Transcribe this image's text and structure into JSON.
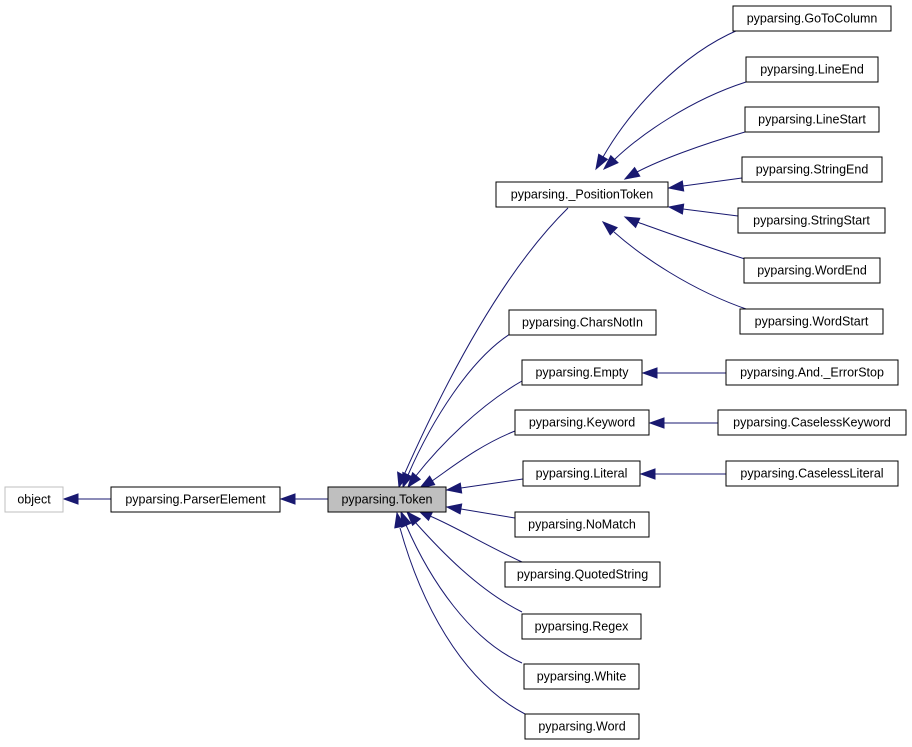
{
  "colors": {
    "edge": "#191970",
    "focus_fill": "#bfbfbf",
    "external_border": "#bfbfbf"
  },
  "nodes": {
    "object": "object",
    "parser_element": "pyparsing.ParserElement",
    "token": "pyparsing.Token",
    "position_token": "pyparsing._PositionToken",
    "go_to_column": "pyparsing.GoToColumn",
    "line_end": "pyparsing.LineEnd",
    "line_start": "pyparsing.LineStart",
    "string_end": "pyparsing.StringEnd",
    "string_start": "pyparsing.StringStart",
    "word_end": "pyparsing.WordEnd",
    "word_start": "pyparsing.WordStart",
    "chars_not_in": "pyparsing.CharsNotIn",
    "empty": "pyparsing.Empty",
    "and_error_stop": "pyparsing.And._ErrorStop",
    "keyword": "pyparsing.Keyword",
    "caseless_keyword": "pyparsing.CaselessKeyword",
    "literal": "pyparsing.Literal",
    "caseless_literal": "pyparsing.CaselessLiteral",
    "no_match": "pyparsing.NoMatch",
    "quoted_string": "pyparsing.QuotedString",
    "regex": "pyparsing.Regex",
    "white": "pyparsing.White",
    "word": "pyparsing.Word"
  }
}
